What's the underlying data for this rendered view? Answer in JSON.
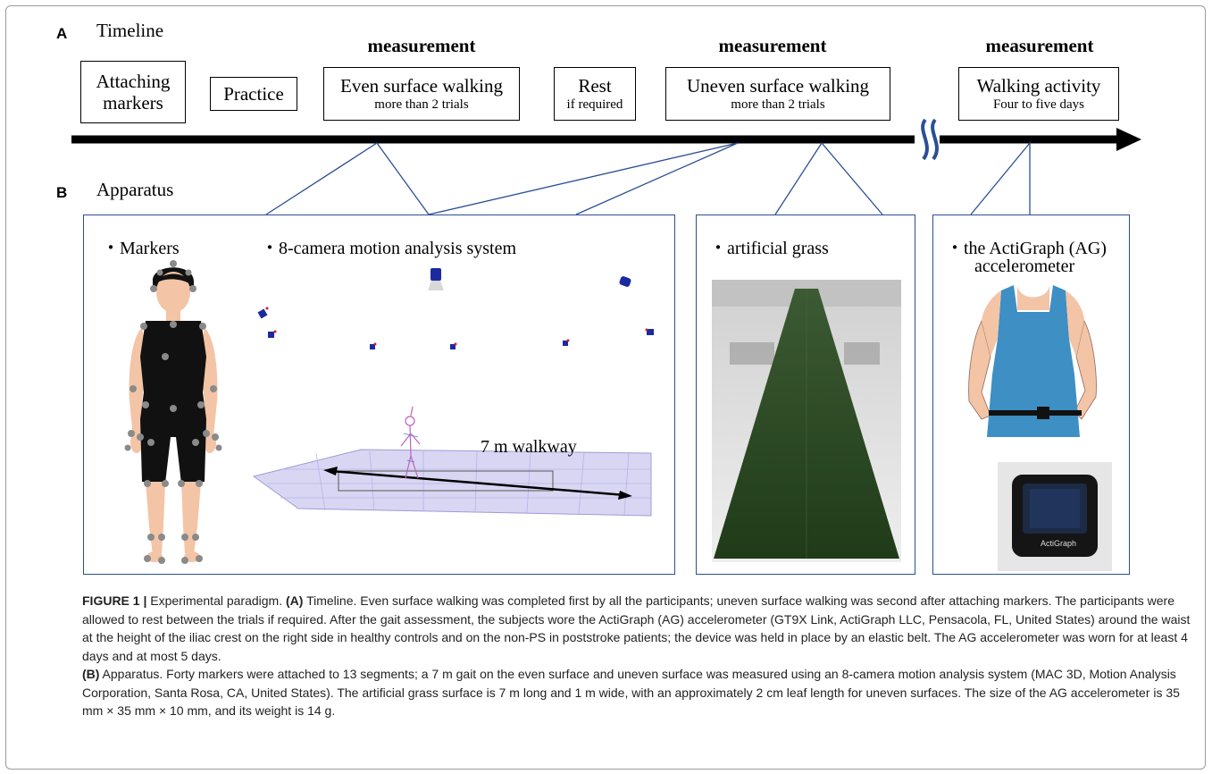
{
  "panel_a": {
    "letter": "A",
    "title": "Timeline",
    "measurement_label": "measurement",
    "steps": [
      {
        "line1": "Attaching",
        "line2": "markers"
      },
      {
        "line1": "Practice"
      },
      {
        "line1": "Even surface walking",
        "line2": "more than 2 trials"
      },
      {
        "line1": "Rest",
        "line2": "if required"
      },
      {
        "line1": "Uneven surface walking",
        "line2": "more than 2 trials"
      },
      {
        "line1": "Walking activity",
        "line2": "Four to five days"
      }
    ]
  },
  "panel_b": {
    "letter": "B",
    "title": "Apparatus",
    "markers_label": "・Markers",
    "camera_label": "・8-camera motion analysis system",
    "walkway_label": "7 m walkway",
    "grass_label": "・artificial grass",
    "ag_label_line1": "・the ActiGraph (AG)",
    "ag_label_line2": "accelerometer",
    "device_brand": "ActiGraph"
  },
  "caption": {
    "lead": "FIGURE 1 |",
    "text_a1": " Experimental paradigm. ",
    "label_a": "(A)",
    "text_a2": " Timeline. Even surface walking was completed first by all the participants; uneven surface walking was second after attaching markers. The participants were allowed to rest between the trials if required. After the gait assessment, the subjects wore the ActiGraph (AG) accelerometer (GT9X Link, ActiGraph LLC, Pensacola, FL, United States) around the waist at the height of the iliac crest on the right side in healthy controls and on the non-PS in poststroke patients; the device was held in place by an elastic belt. The AG accelerometer was worn for at least 4 days and at most 5 days.",
    "label_b": "(B)",
    "text_b": " Apparatus. Forty markers were attached to 13 segments; a 7 m gait on the even surface and uneven surface was measured using an 8-camera motion analysis system (MAC 3D, Motion Analysis Corporation, Santa Rosa, CA, United States). The artificial grass surface is 7 m long and 1 m wide, with an approximately 2 cm leaf length for uneven surfaces. The size of the AG accelerometer is 35 mm × 35 mm × 10 mm, and its weight is 14 g."
  },
  "colors": {
    "box_border_blue": "#2b4f93",
    "break_mark": "#2b4f93",
    "suit": "#111111",
    "skin": "#f3c4a6",
    "tank_top": "#3d8fc4",
    "grass": "#2b4a22"
  }
}
